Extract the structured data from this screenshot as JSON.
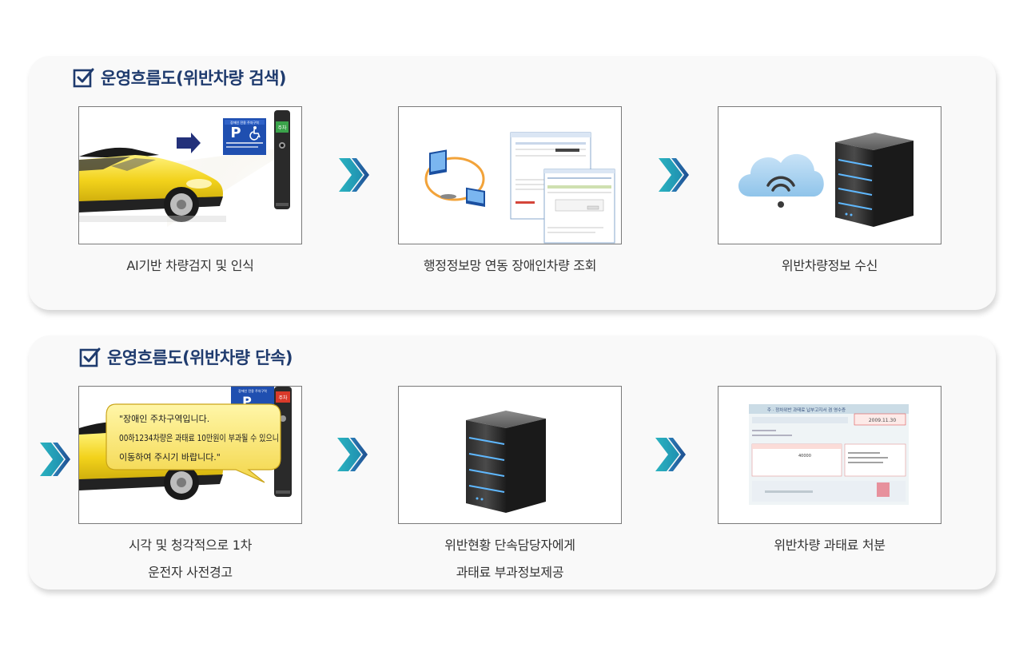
{
  "panels": [
    {
      "title": "운영흐름도(위반차량 검색)",
      "steps": [
        {
          "caption": "AI기반 차량검지 및 인식",
          "image": "parking-sensor-car-photo"
        },
        {
          "caption": "행정정보망 연동 장애인차량 조회",
          "image": "admin-network-screens"
        },
        {
          "caption": "위반차량정보 수신",
          "image": "cloud-server"
        }
      ]
    },
    {
      "title": "운영흐름도(위반차량 단속)",
      "steps": [
        {
          "caption_lines": [
            "시각 및 청각적으로 1차",
            "운전자 사전경고"
          ],
          "image": "warning-speech-bubble",
          "bubble_lines": [
            "\"장애인 주차구역입니다.",
            "00하1234차량은 과태료 10만원이 부과될 수 있으니",
            "이동하여 주시기 바랍니다.\""
          ]
        },
        {
          "caption_lines": [
            "위반현황 단속담당자에게",
            "과태료 부과정보제공"
          ],
          "image": "server"
        },
        {
          "caption": "위반차량 과태료 처분",
          "image": "fine-notice-document"
        }
      ]
    }
  ],
  "sign": {
    "top": "장애인 전용 주차구역",
    "letter": "P",
    "pole_label": "주차"
  },
  "fine_doc": {
    "header": "주 · 정차위반 과태료 납부고지서 겸 영수증",
    "date": "2009.11.30",
    "amount": "40000"
  },
  "colors": {
    "title": "#1f3b6e",
    "arrow_light": "#2bb3c0",
    "arrow_dark": "#1f5fa0",
    "car": "#f2d21b"
  }
}
